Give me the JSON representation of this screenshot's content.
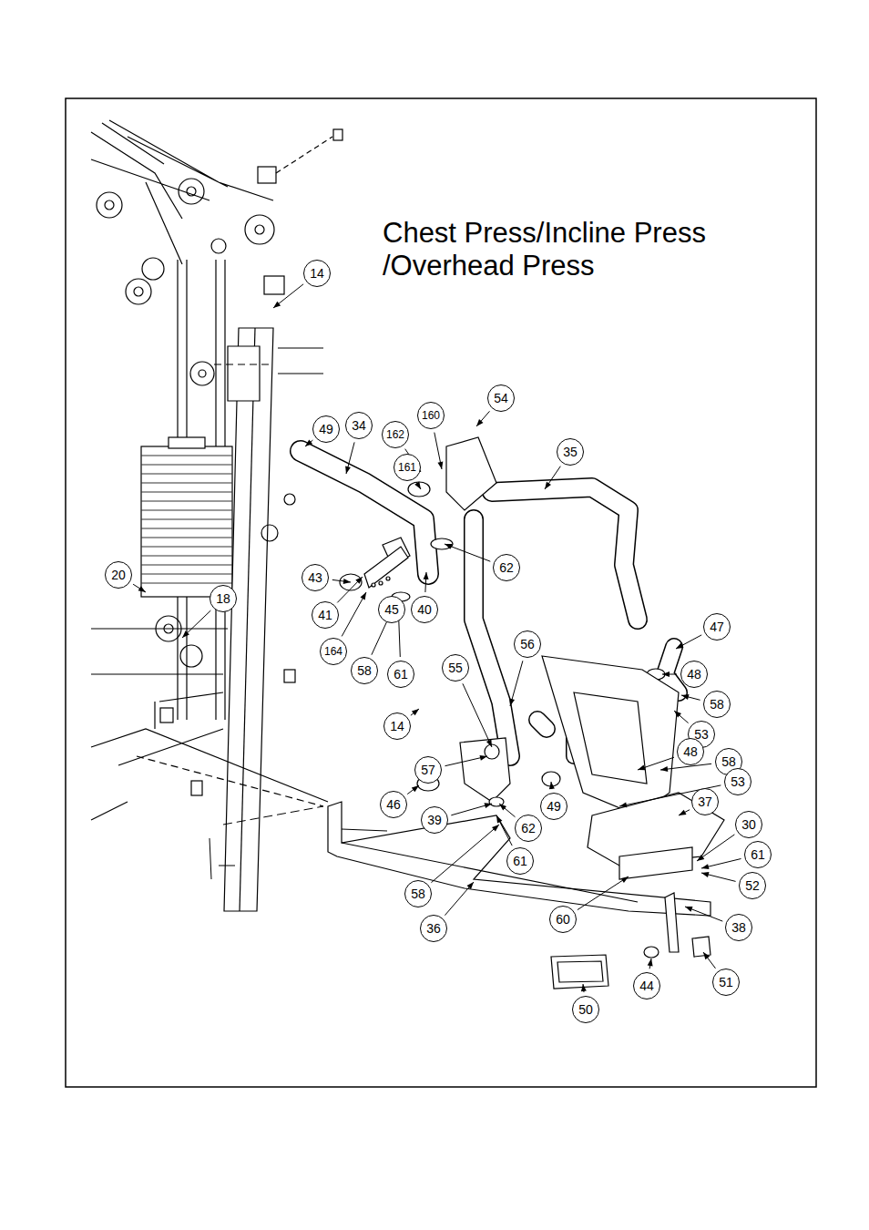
{
  "diagram": {
    "title": "Chest Press/Incline Press /Overhead Press",
    "labels": [
      "14",
      "49",
      "34",
      "162",
      "160",
      "54",
      "35",
      "161",
      "62",
      "43",
      "20",
      "18",
      "41",
      "45",
      "40",
      "47",
      "56",
      "164",
      "55",
      "58",
      "61",
      "48",
      "58",
      "53",
      "14",
      "48",
      "58",
      "57",
      "53",
      "49",
      "37",
      "46",
      "39",
      "30",
      "62",
      "61",
      "61",
      "52",
      "58",
      "60",
      "36",
      "38",
      "44",
      "51",
      "50"
    ]
  }
}
